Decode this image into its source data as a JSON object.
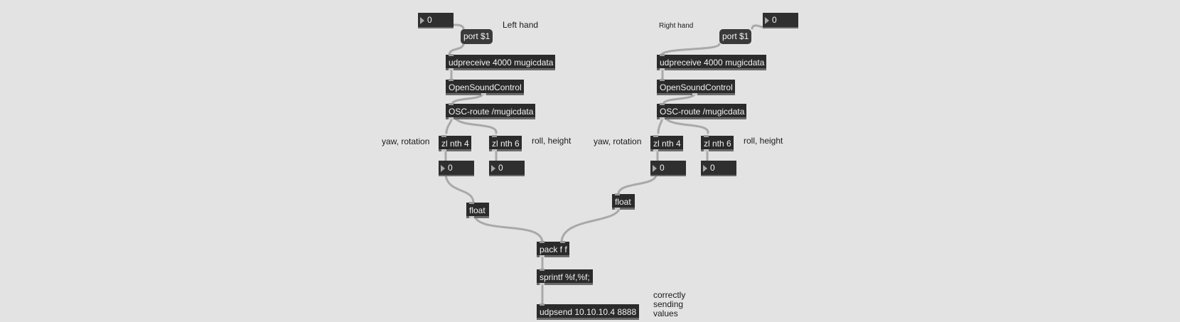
{
  "patcher": {
    "left": {
      "comment": "Left hand",
      "number_top": "0",
      "port_message": "port $1",
      "udpreceive": "udpreceive 4000 mugicdata",
      "osc": "OpenSoundControl",
      "route": "OSC-route /mugicdata",
      "nth4": "zl nth 4",
      "nth6": "zl nth 6",
      "yaw_comment": "yaw, rotation",
      "roll_comment": "roll, height",
      "num_yaw": "0",
      "num_roll": "0",
      "float": "float"
    },
    "right": {
      "comment": "Right hand",
      "number_top": "0",
      "port_message": "port $1",
      "udpreceive": "udpreceive 4000 mugicdata",
      "osc": "OpenSoundControl",
      "route": "OSC-route /mugicdata",
      "nth4": "zl nth 4",
      "nth6": "zl nth 6",
      "yaw_comment": "yaw, rotation",
      "roll_comment": "roll, height",
      "num_yaw": "0",
      "num_roll": "0",
      "float": "float"
    },
    "pack": "pack f f",
    "sprintf": "sprintf %f,%f;",
    "udpsend": "udpsend 10.10.10.4 8888",
    "note_line1": "correctly",
    "note_line2": "sending",
    "note_line3": "values"
  },
  "colors": {
    "canvas": "#e3e3e3",
    "object": "#2b2b2b",
    "cord": "#a9a9a9"
  }
}
